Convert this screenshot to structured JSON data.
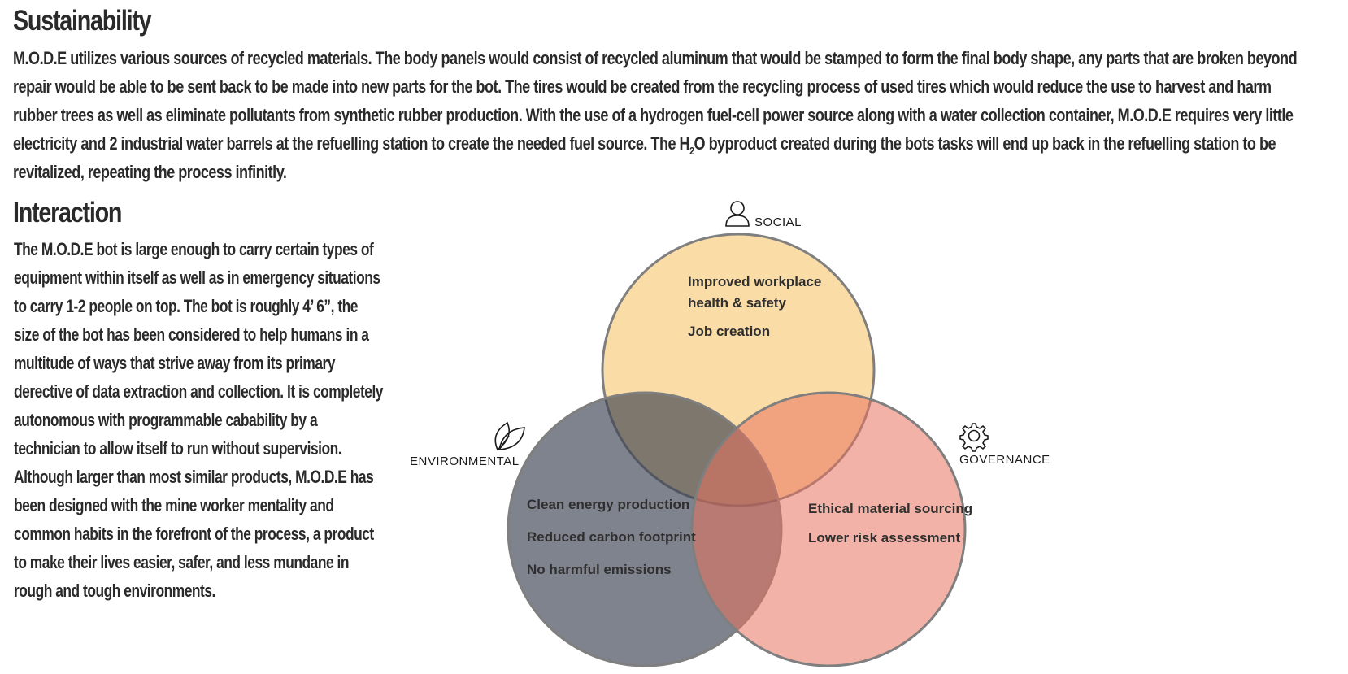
{
  "sustainability": {
    "title": "Sustainability",
    "body_part1": "M.O.D.E utilizes various sources of recycled materials. The body panels would consist of recycled aluminum that would be stamped to form the final body shape, any parts that are broken beyond repair would be able to be sent back to be made into new parts for the bot. The tires would be created from the recycling process of used tires which would reduce the use to harvest and harm rubber trees as well as eliminate pollutants from synthetic rubber production. With the use of a hydrogen fuel-cell power source along with a water collection container, M.O.D.E requires very little electricity and 2 industrial water barrels at the refuelling station to create the needed fuel source. The H",
    "body_sub": "2",
    "body_part2": "O byproduct created during the bots tasks will end up back in the refuelling station to be revitalized, repeating the process infinitly."
  },
  "interaction": {
    "title": "Interaction",
    "body": "The M.O.D.E bot is large enough to carry certain types of equipment within itself as well as in emergency situations to carry 1-2 people on top. The bot is roughly 4’ 6”, the size of the bot has been considered to help humans in a multitude of ways that strive away from its primary derective of data extraction and collection. It is completely autonomous with programmable cabability by a technician to allow itself to run without supervision. Although larger than most similar products, M.O.D.E has been designed with the mine worker mentality and common habits in the forefront of the process, a product to make their lives easier, safer, and less mundane in rough and tough environments."
  },
  "venn": {
    "social": {
      "label": "SOCIAL",
      "icon": "person-icon",
      "color": "#f6c46c",
      "items": [
        "Improved workplace",
        "health & safety",
        "Job creation"
      ]
    },
    "environmental": {
      "label": "ENVIRONMENTAL",
      "icon": "leaf-icon",
      "color": "#3a4150",
      "items": [
        "Clean energy production",
        "Reduced carbon footprint",
        "No harmful emissions"
      ]
    },
    "governance": {
      "label": "GOVERNANCE",
      "icon": "gear-icon",
      "color": "#e9735f",
      "items": [
        "Ethical material sourcing",
        "Lower risk assessment"
      ]
    }
  }
}
